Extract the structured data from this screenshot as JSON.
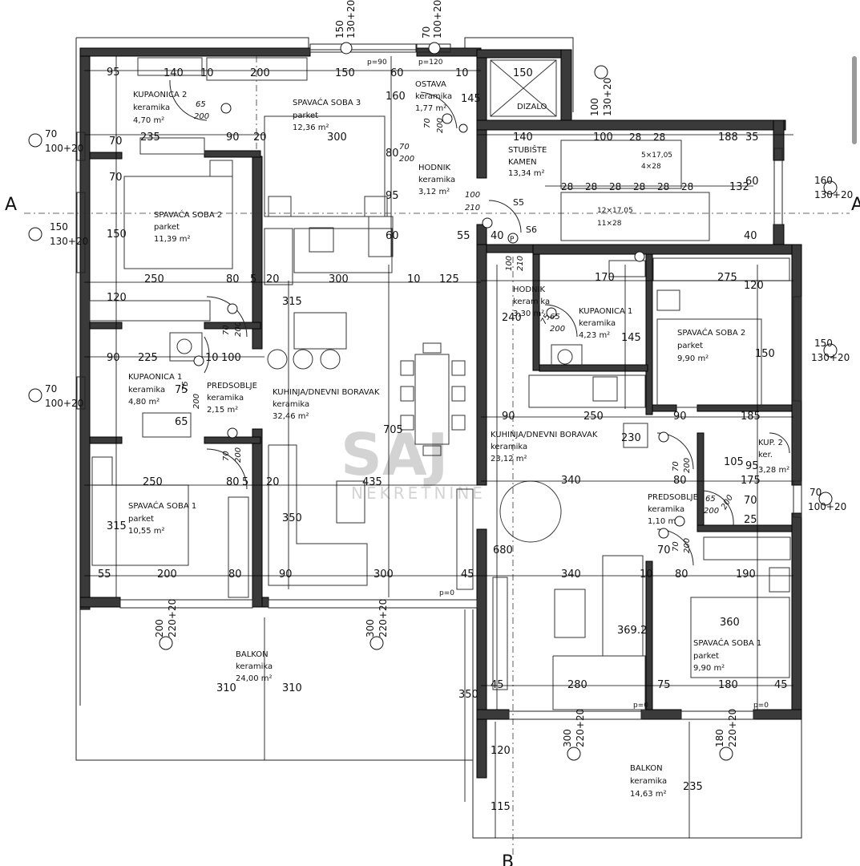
{
  "plan": {
    "section_label": "A",
    "section_bottom_label": "B",
    "watermark_main": "SAJ",
    "watermark_sub": "NEKRETNINE",
    "rooms": [
      {
        "id": "kup2",
        "name": "KUPAONICA 2",
        "floor": "keramika",
        "area": "4,70 m²"
      },
      {
        "id": "ss3",
        "name": "SPAVAĆA SOBA 3",
        "floor": "parket",
        "area": "12,36 m²"
      },
      {
        "id": "ostava",
        "name": "OSTAVA",
        "floor": "keramika",
        "area": "1,77 m²"
      },
      {
        "id": "hodnik1",
        "name": "HODNIK",
        "floor": "keramika",
        "area": "3,12 m²"
      },
      {
        "id": "dizalo",
        "name": "DIZALO",
        "floor": "",
        "area": ""
      },
      {
        "id": "stub",
        "name": "STUBIŠTE",
        "floor": "KAMEN",
        "area": "13,34 m²"
      },
      {
        "id": "ss2a",
        "name": "SPAVAĆA SOBA 2",
        "floor": "parket",
        "area": "11,39 m²"
      },
      {
        "id": "kup1a",
        "name": "KUPAONICA 1",
        "floor": "keramika",
        "area": "4,80 m²"
      },
      {
        "id": "pred1",
        "name": "PREDSOBLJE",
        "floor": "keramika",
        "area": "2,15 m²"
      },
      {
        "id": "kuh1",
        "name": "KUHINJA/DNEVNI BORAVAK",
        "floor": "keramika",
        "area": "32,46 m²"
      },
      {
        "id": "ss1a",
        "name": "SPAVAĆA SOBA 1",
        "floor": "parket",
        "area": "10,55 m²"
      },
      {
        "id": "balkon1",
        "name": "BALKON",
        "floor": "keramika",
        "area": "24,00 m²"
      },
      {
        "id": "hodnik2",
        "name": "HODNIK",
        "floor": "keramika",
        "area": "3,30 m²"
      },
      {
        "id": "kup1b",
        "name": "KUPAONICA 1",
        "floor": "keramika",
        "area": "4,23 m²"
      },
      {
        "id": "ss2b",
        "name": "SPAVAĆA SOBA 2",
        "floor": "parket",
        "area": "9,90 m²"
      },
      {
        "id": "kuh2",
        "name": "KUHINJA/DNEVNI BORAVAK",
        "floor": "keramika",
        "area": "23,12 m²"
      },
      {
        "id": "kup2b",
        "name": "KUP. 2",
        "floor": "ker.",
        "area": "3,28 m²"
      },
      {
        "id": "pred2",
        "name": "PREDSOBLJE",
        "floor": "keramika",
        "area": "1,10 m²"
      },
      {
        "id": "ss1b",
        "name": "SPAVAĆA SOBA 1",
        "floor": "parket",
        "area": "9,90 m²"
      },
      {
        "id": "balkon2",
        "name": "BALKON",
        "floor": "keramika",
        "area": "14,63 m²"
      }
    ],
    "window_tags": [
      {
        "id": "w_top1",
        "a": "150",
        "b": "130+20"
      },
      {
        "id": "w_top2",
        "a": "70",
        "b": "100+20"
      },
      {
        "id": "w_left1",
        "a": "70",
        "b": "100+20"
      },
      {
        "id": "w_left2",
        "a": "150",
        "b": "130+20"
      },
      {
        "id": "w_left3",
        "a": "70",
        "b": "100+20"
      },
      {
        "id": "w_dizalo",
        "a": "100",
        "b": "130+20"
      },
      {
        "id": "w_right1",
        "a": "160",
        "b": "130+20"
      },
      {
        "id": "w_right2",
        "a": "150",
        "b": "130+20"
      },
      {
        "id": "w_right3",
        "a": "70",
        "b": "100+20"
      },
      {
        "id": "w_bot1",
        "a": "200",
        "b": "220+20"
      },
      {
        "id": "w_bot2",
        "a": "300",
        "b": "220+20"
      },
      {
        "id": "w_bot3",
        "a": "300",
        "b": "220+20"
      },
      {
        "id": "w_bot4",
        "a": "180",
        "b": "220+20"
      }
    ],
    "door_tags": [
      {
        "id": "d1",
        "a": "65",
        "b": "200"
      },
      {
        "id": "d2",
        "a": "70",
        "b": "200"
      },
      {
        "id": "d3",
        "a": "70",
        "b": "200"
      },
      {
        "id": "d4",
        "a": "75",
        "b": "200"
      },
      {
        "id": "d5",
        "a": "70",
        "b": "200"
      },
      {
        "id": "d6",
        "a": "70",
        "b": "200"
      },
      {
        "id": "d7",
        "a": "65",
        "b": "200"
      },
      {
        "id": "d8",
        "a": "100",
        "b": "210"
      },
      {
        "id": "d9",
        "a": "100",
        "b": "210"
      },
      {
        "id": "d10",
        "a": "65",
        "b": "200"
      },
      {
        "id": "d11",
        "a": "75",
        "b": "200"
      },
      {
        "id": "d12",
        "a": "70",
        "b": "200"
      },
      {
        "id": "d13",
        "a": "70",
        "b": "200"
      },
      {
        "id": "d14",
        "a": "65",
        "b": "200"
      },
      {
        "id": "d15",
        "a": "70",
        "b": "200"
      },
      {
        "id": "d16",
        "a": "70",
        "b": "200"
      }
    ],
    "dims": [
      {
        "id": "t140",
        "v": "140"
      },
      {
        "id": "t95a",
        "v": "95"
      },
      {
        "id": "t10a",
        "v": "10"
      },
      {
        "id": "t200a",
        "v": "200"
      },
      {
        "id": "t150a",
        "v": "150"
      },
      {
        "id": "t60",
        "v": "60"
      },
      {
        "id": "t10b",
        "v": "10"
      },
      {
        "id": "t150b",
        "v": "150"
      },
      {
        "id": "t140b",
        "v": "140"
      },
      {
        "id": "t160",
        "v": "160"
      },
      {
        "id": "t145a",
        "v": "145"
      },
      {
        "id": "t235",
        "v": "235"
      },
      {
        "id": "t90a",
        "v": "90"
      },
      {
        "id": "t20a",
        "v": "20"
      },
      {
        "id": "t300a",
        "v": "300"
      },
      {
        "id": "t70a",
        "v": "70"
      },
      {
        "id": "t70b",
        "v": "70"
      },
      {
        "id": "t80a",
        "v": "80"
      },
      {
        "id": "t95b",
        "v": "95"
      },
      {
        "id": "t60b",
        "v": "60"
      },
      {
        "id": "t150c",
        "v": "150"
      },
      {
        "id": "t250a",
        "v": "250"
      },
      {
        "id": "t80b",
        "v": "80"
      },
      {
        "id": "t5a",
        "v": "5"
      },
      {
        "id": "t20b",
        "v": "20"
      },
      {
        "id": "t300b",
        "v": "300"
      },
      {
        "id": "t10c",
        "v": "10"
      },
      {
        "id": "t125",
        "v": "125"
      },
      {
        "id": "t315a",
        "v": "315"
      },
      {
        "id": "t120a",
        "v": "120"
      },
      {
        "id": "t225",
        "v": "225"
      },
      {
        "id": "t10d",
        "v": "10"
      },
      {
        "id": "t100a",
        "v": "100"
      },
      {
        "id": "t90b",
        "v": "90"
      },
      {
        "id": "t75a",
        "v": "75"
      },
      {
        "id": "t65a",
        "v": "65"
      },
      {
        "id": "t705",
        "v": "705"
      },
      {
        "id": "t250b",
        "v": "250"
      },
      {
        "id": "t80c",
        "v": "80"
      },
      {
        "id": "t5b",
        "v": "5"
      },
      {
        "id": "t20c",
        "v": "20"
      },
      {
        "id": "t435",
        "v": "435"
      },
      {
        "id": "t315b",
        "v": "315"
      },
      {
        "id": "t350a",
        "v": "350"
      },
      {
        "id": "t55",
        "v": "55"
      },
      {
        "id": "t200b",
        "v": "200"
      },
      {
        "id": "t80d",
        "v": "80"
      },
      {
        "id": "t90c",
        "v": "90"
      },
      {
        "id": "t300c",
        "v": "300"
      },
      {
        "id": "t45a",
        "v": "45"
      },
      {
        "id": "t310a",
        "v": "310"
      },
      {
        "id": "t310b",
        "v": "310"
      },
      {
        "id": "t350b",
        "v": "350"
      },
      {
        "id": "t188",
        "v": "188"
      },
      {
        "id": "t100b",
        "v": "100"
      },
      {
        "id": "t132",
        "v": "132"
      },
      {
        "id": "t275",
        "v": "275"
      },
      {
        "id": "t170",
        "v": "170"
      },
      {
        "id": "t240",
        "v": "240"
      },
      {
        "id": "t150d",
        "v": "150"
      },
      {
        "id": "t145b",
        "v": "145"
      },
      {
        "id": "t90d",
        "v": "90"
      },
      {
        "id": "t250c",
        "v": "250"
      },
      {
        "id": "t90e",
        "v": "90"
      },
      {
        "id": "t185",
        "v": "185"
      },
      {
        "id": "t230",
        "v": "230"
      },
      {
        "id": "t340a",
        "v": "340"
      },
      {
        "id": "t80e",
        "v": "80"
      },
      {
        "id": "t175",
        "v": "175"
      },
      {
        "id": "t105",
        "v": "105"
      },
      {
        "id": "t95c",
        "v": "95"
      },
      {
        "id": "t680",
        "v": "680"
      },
      {
        "id": "t340b",
        "v": "340"
      },
      {
        "id": "t10e",
        "v": "10"
      },
      {
        "id": "t80f",
        "v": "80"
      },
      {
        "id": "t190",
        "v": "190"
      },
      {
        "id": "t369",
        "v": "369.2"
      },
      {
        "id": "t360",
        "v": "360"
      },
      {
        "id": "t45b",
        "v": "45"
      },
      {
        "id": "t280",
        "v": "280"
      },
      {
        "id": "t75b",
        "v": "75"
      },
      {
        "id": "t180",
        "v": "180"
      },
      {
        "id": "t45c",
        "v": "45"
      },
      {
        "id": "t120b",
        "v": "120"
      },
      {
        "id": "t115",
        "v": "115"
      },
      {
        "id": "t235b",
        "v": "235"
      },
      {
        "id": "t120c",
        "v": "120"
      },
      {
        "id": "t70c",
        "v": "70"
      },
      {
        "id": "t25",
        "v": "25"
      },
      {
        "id": "t70d",
        "v": "70"
      },
      {
        "id": "t55b",
        "v": "55"
      },
      {
        "id": "t40a",
        "v": "40"
      },
      {
        "id": "t40b",
        "v": "40"
      },
      {
        "id": "t60c",
        "v": "60"
      },
      {
        "id": "t35",
        "v": "35"
      }
    ],
    "stairs": {
      "a": "5×17,05",
      "b": "4×28",
      "c": "12×17,05",
      "d": "11×28",
      "e": "28"
    },
    "small": {
      "s5": "S5",
      "s6": "S6",
      "p": "P",
      "p0": "p=0",
      "p90": "p=90",
      "p120": "p=120"
    }
  }
}
